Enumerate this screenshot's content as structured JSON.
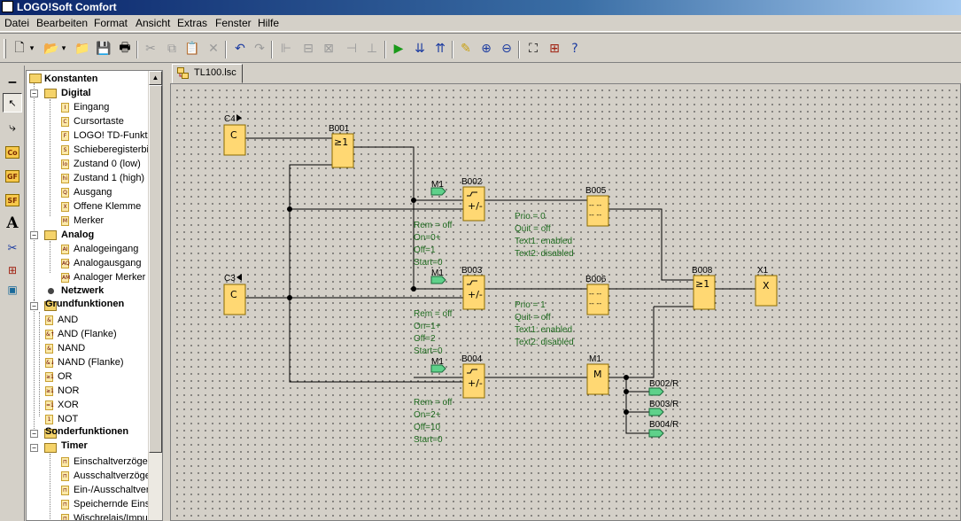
{
  "window": {
    "title": "LOGO!Soft Comfort"
  },
  "menu": [
    "Datei",
    "Bearbeiten",
    "Format",
    "Ansicht",
    "Extras",
    "Fenster",
    "Hilfe"
  ],
  "toolbar": {
    "buttons": [
      "new-icon",
      "open-icon",
      "open-recent-icon",
      "save-icon",
      "print-icon",
      "cut-icon",
      "copy-icon",
      "paste-icon",
      "delete-icon",
      "undo-icon",
      "redo-icon",
      "align-left-icon",
      "align-center-icon",
      "align-right-icon",
      "align-top-icon",
      "align-bottom-icon",
      "simulate-icon",
      "transfer-pc-plc-icon",
      "transfer-plc-pc-icon",
      "highlight-icon",
      "zoom-in-icon",
      "zoom-out-icon",
      "fit-icon",
      "connector-icon",
      "help-icon"
    ]
  },
  "left_tools": [
    "select-icon",
    "connect-icon",
    "constants-icon",
    "gf-icon",
    "sf-icon",
    "text-icon",
    "cut-connection-icon",
    "plc-icon",
    "network-icon"
  ],
  "tree": {
    "konstanten": "Konstanten",
    "digital": "Digital",
    "digital_items": [
      {
        "icon": "I",
        "label": "Eingang"
      },
      {
        "icon": "C",
        "label": "Cursortaste"
      },
      {
        "icon": "F",
        "label": "LOGO! TD-Funktio"
      },
      {
        "icon": "S",
        "label": "Schieberegisterbi"
      },
      {
        "icon": "lo",
        "label": "Zustand 0 (low)"
      },
      {
        "icon": "hi",
        "label": "Zustand 1 (high)"
      },
      {
        "icon": "Q",
        "label": "Ausgang"
      },
      {
        "icon": "X",
        "label": "Offene Klemme"
      },
      {
        "icon": "M",
        "label": "Merker"
      }
    ],
    "analog": "Analog",
    "analog_items": [
      {
        "icon": "AI",
        "label": "Analogeingang"
      },
      {
        "icon": "AQ",
        "label": "Analogausgang"
      },
      {
        "icon": "AM",
        "label": "Analoger Merker"
      }
    ],
    "netzwerk": "Netzwerk",
    "grundfunktionen": "Grundfunktionen",
    "gf_items": [
      {
        "icon": "&",
        "label": "AND"
      },
      {
        "icon": "&↑",
        "label": "AND (Flanke)"
      },
      {
        "icon": "&",
        "label": "NAND"
      },
      {
        "icon": "&↓",
        "label": "NAND (Flanke)"
      },
      {
        "icon": "≥1",
        "label": "OR"
      },
      {
        "icon": "≥1",
        "label": "NOR"
      },
      {
        "icon": "=1",
        "label": "XOR"
      },
      {
        "icon": "1",
        "label": "NOT"
      }
    ],
    "sonderfunktionen": "Sonderfunktionen",
    "timer": "Timer",
    "timer_items": [
      {
        "label": "Einschaltverzöger"
      },
      {
        "label": "Ausschaltverzöge"
      },
      {
        "label": "Ein-/Ausschaltver"
      },
      {
        "label": "Speichernde Einsc"
      },
      {
        "label": "Wischrelais/Impul"
      }
    ]
  },
  "tab": {
    "label": "TL100.lsc"
  },
  "diagram": {
    "blocks": {
      "c4": {
        "name": "C4",
        "text": "C"
      },
      "c3": {
        "name": "C3",
        "text": "C"
      },
      "b001": {
        "name": "B001",
        "text": "≥1"
      },
      "b002": {
        "name": "B002",
        "text": "+/-"
      },
      "b003": {
        "name": "B003",
        "text": "+/-"
      },
      "b004": {
        "name": "B004",
        "text": "+/-"
      },
      "b005": {
        "name": "B005",
        "text": "-- --"
      },
      "b006": {
        "name": "B006",
        "text": "-- --"
      },
      "b008": {
        "name": "B008",
        "text": "≥1"
      },
      "x1": {
        "name": "X1",
        "text": "X"
      },
      "m1": {
        "name": "M1",
        "text": "M"
      }
    },
    "m1_labels": [
      "M1",
      "M1",
      "M1"
    ],
    "reset_labels": [
      "B002/R",
      "B003/R",
      "B004/R"
    ],
    "params_b002": [
      "Rem = off",
      "On=0+",
      "Off=1",
      "Start=0"
    ],
    "params_b003": [
      "Rem = off",
      "On=1+",
      "Off=2",
      "Start=0"
    ],
    "params_b004": [
      "Rem = off",
      "On=2+",
      "Off=10",
      "Start=0"
    ],
    "params_b005": [
      "Prio = 0",
      "Quit = off",
      "Text1: enabled",
      "Text2: disabled"
    ],
    "params_b006": [
      "Prio = 1",
      "Quit = off",
      "Text1: enabled",
      "Text2: disabled"
    ]
  }
}
